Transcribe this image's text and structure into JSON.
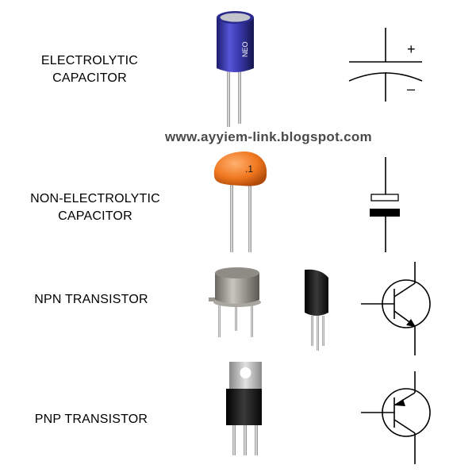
{
  "watermark": "www.ayyiem-link.blogspot.com",
  "rows": [
    {
      "label_line1": "ELECTROLYTIC",
      "label_line2": "CAPACITOR",
      "part_marking": "NEO",
      "symbol_plus": "+",
      "symbol_minus": "–"
    },
    {
      "label_line1": "NON-ELECTROLYTIC",
      "label_line2": "CAPACITOR",
      "part_marking": ".1"
    },
    {
      "label_line1": "NPN TRANSISTOR"
    },
    {
      "label_line1": "PNP TRANSISTOR"
    }
  ],
  "colors": {
    "electrolytic_body": "#3a3ab0",
    "ceramic_body": "#f07820",
    "metal_can": "#9a9890",
    "to92_body": "#151515",
    "to220_tab": "#b8b8b8",
    "to220_body": "#1e1e1e"
  }
}
